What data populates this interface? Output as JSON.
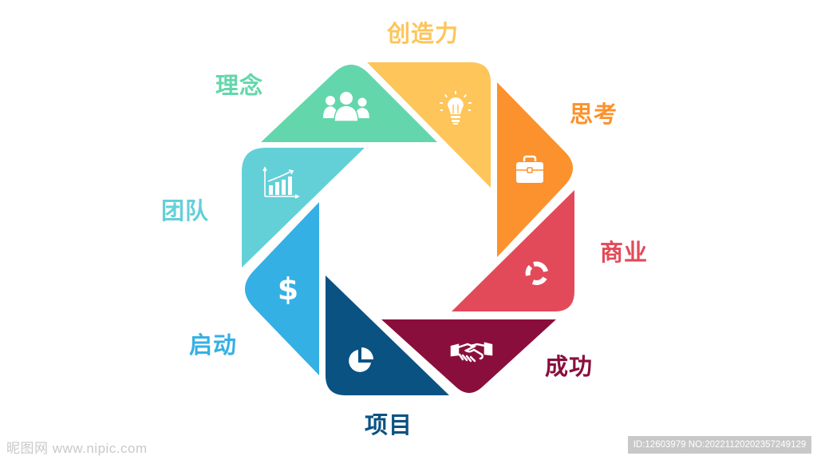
{
  "diagram": {
    "type": "octagon-cycle",
    "segments": [
      {
        "id": "linian",
        "label": "理念",
        "icon": "people-group-icon",
        "color": "#63d7ab"
      },
      {
        "id": "chuangzaoli",
        "label": "创造力",
        "icon": "lightbulb-icon",
        "color": "#fdc55a"
      },
      {
        "id": "sikao",
        "label": "思考",
        "icon": "briefcase-icon",
        "color": "#fb922d"
      },
      {
        "id": "shangye",
        "label": "商业",
        "icon": "cycle-arrows-icon",
        "color": "#e34a59"
      },
      {
        "id": "chenggong",
        "label": "成功",
        "icon": "handshake-icon",
        "color": "#8a0e3b"
      },
      {
        "id": "xiangmu",
        "label": "项目",
        "icon": "pie-chart-icon",
        "color": "#0a5282"
      },
      {
        "id": "qidong",
        "label": "启动",
        "icon": "dollar-icon",
        "color": "#35b0e4"
      },
      {
        "id": "tuandui",
        "label": "团队",
        "icon": "bar-chart-growth-icon",
        "color": "#63d0d8"
      }
    ]
  },
  "watermark": {
    "left": "昵图网 www.nipic.com",
    "right": "ID:12603979 NO:20221120202357249129"
  }
}
